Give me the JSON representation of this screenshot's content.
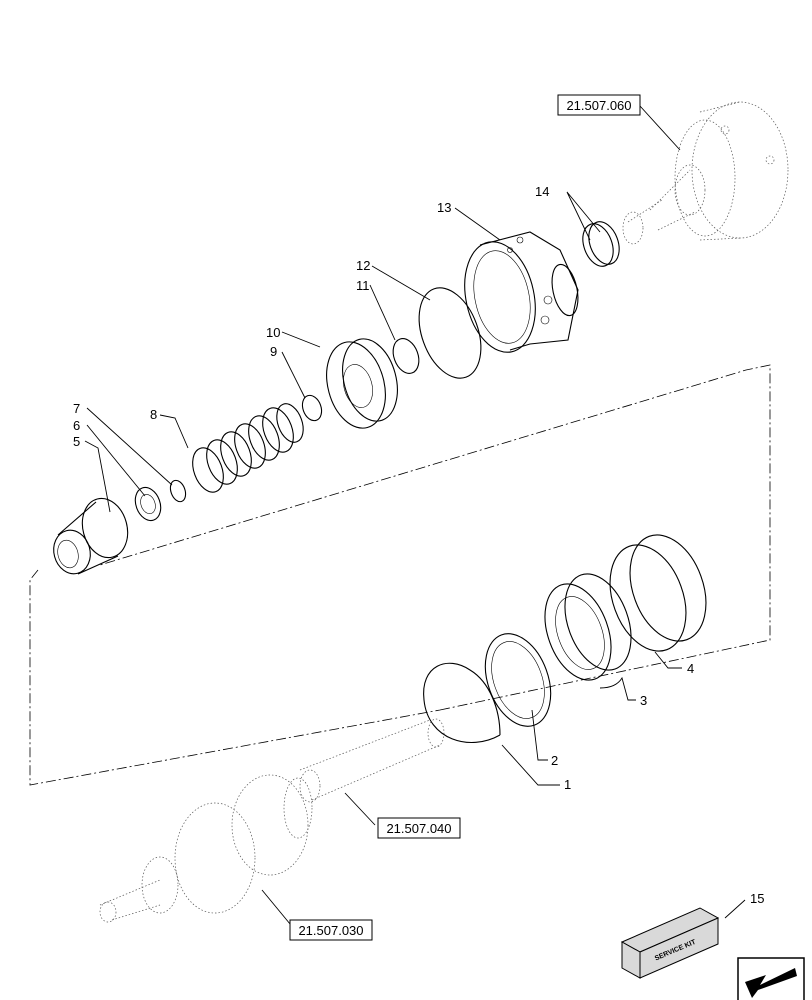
{
  "references": {
    "ref_top": "21.507.060",
    "ref_mid": "21.507.040",
    "ref_bottom": "21.507.030"
  },
  "callouts": {
    "c1": "1",
    "c2": "2",
    "c3": "3",
    "c4": "4",
    "c5": "5",
    "c6": "6",
    "c7": "7",
    "c8": "8",
    "c9": "9",
    "c10": "10",
    "c11": "11",
    "c12": "12",
    "c13": "13",
    "c14": "14",
    "c15": "15"
  },
  "kit_box_text": "SERVICE KIT",
  "icons": {
    "kit": "service-kit-box-icon",
    "nav": "back-arrow-icon"
  }
}
